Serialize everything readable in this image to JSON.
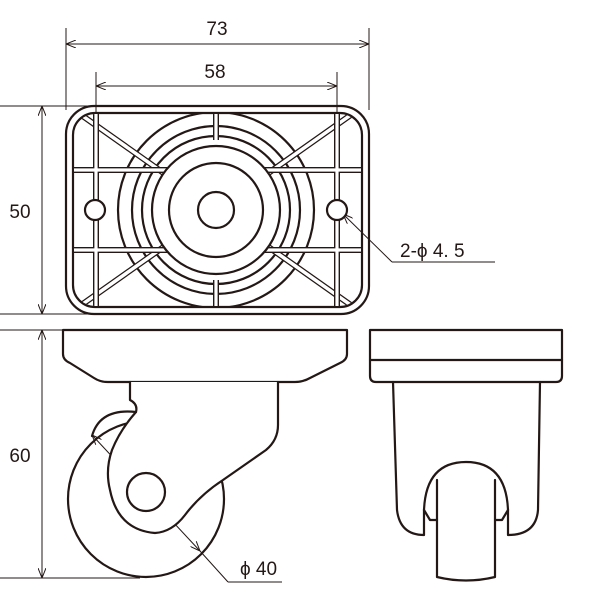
{
  "drawing": {
    "dimensions": {
      "plate_width": "73",
      "hole_spacing": "58",
      "plate_depth": "50",
      "overall_height": "60",
      "hole_callout": "2-ϕ 4. 5",
      "wheel_diameter": "ϕ 40"
    },
    "colors": {
      "line": "#231815",
      "background": "#ffffff"
    }
  }
}
